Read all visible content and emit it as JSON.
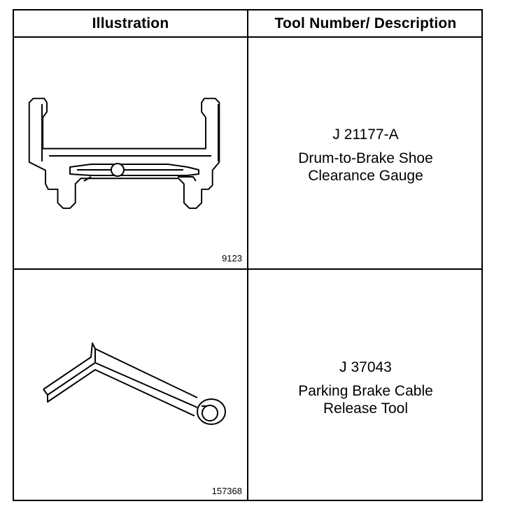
{
  "table": {
    "headers": {
      "illustration": "Illustration",
      "description": "Tool Number/ Description"
    },
    "rows": [
      {
        "tool_number": "J 21177-A",
        "description_lines": [
          "Drum-to-Brake Shoe",
          "Clearance Gauge"
        ],
        "figure_number": "9123",
        "icon": "drum-to-brake-shoe-gauge-icon"
      },
      {
        "tool_number": "J 37043",
        "description_lines": [
          "Parking Brake Cable",
          "Release Tool"
        ],
        "figure_number": "157368",
        "icon": "parking-brake-cable-release-tool-icon"
      }
    ]
  }
}
